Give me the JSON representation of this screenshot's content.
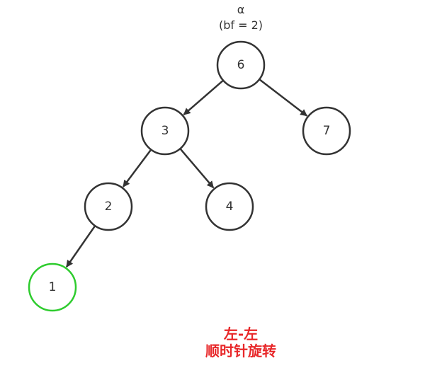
{
  "annotation": {
    "line1": "α",
    "line2": "(bf = 2)"
  },
  "nodes": [
    {
      "id": "n6",
      "label": "6",
      "highlight": false
    },
    {
      "id": "n3",
      "label": "3",
      "highlight": false
    },
    {
      "id": "n7",
      "label": "7",
      "highlight": false
    },
    {
      "id": "n2",
      "label": "2",
      "highlight": false
    },
    {
      "id": "n4",
      "label": "4",
      "highlight": false
    },
    {
      "id": "n1",
      "label": "1",
      "highlight": true
    }
  ],
  "edges": [
    {
      "from": "n6",
      "to": "n3"
    },
    {
      "from": "n6",
      "to": "n7"
    },
    {
      "from": "n3",
      "to": "n2"
    },
    {
      "from": "n3",
      "to": "n4"
    },
    {
      "from": "n2",
      "to": "n1"
    }
  ],
  "caption": {
    "line1": "左-左",
    "line2": "顺时针旋转"
  },
  "colors": {
    "node_stroke": "#333333",
    "highlight_stroke": "#2ecc2e",
    "caption": "#e8282a"
  }
}
